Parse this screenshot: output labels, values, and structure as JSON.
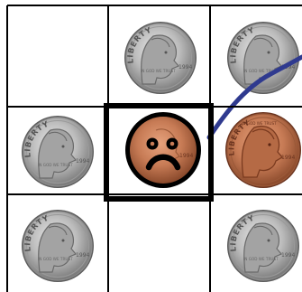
{
  "board": {
    "rows": 3,
    "cols": 3,
    "grid_color": "#000000",
    "background_color": "#ffffff",
    "selected_cell_border_color": "#000000",
    "cells": [
      [
        null,
        "dime",
        "dime"
      ],
      [
        "dime",
        "penny-sad",
        "penny"
      ],
      [
        "dime",
        null,
        "dime"
      ]
    ],
    "selected_cell": {
      "row": 1,
      "col": 1
    }
  },
  "pieces": {
    "dime": {
      "label": "Dime",
      "motto": "LIBERTY",
      "year": "1994",
      "motto2": "IN GOD WE TRUST",
      "face_color": "#c7c7c7",
      "dark_color": "#6f6f6f",
      "icon": "dime-coin-icon"
    },
    "penny": {
      "label": "Penny",
      "motto": "LIBERTY",
      "year": "1994",
      "motto2": "IN GOD WE TRUST",
      "face_color": "#c77b55",
      "dark_color": "#6b341f",
      "icon": "penny-coin-icon"
    },
    "penny-sad": {
      "label": "Sad penny",
      "year": "1994",
      "face_color": "#c77b55",
      "dark_color": "#6b341f",
      "outline_color": "#000000",
      "icon": "sad-face-icon"
    }
  },
  "connector": {
    "color": "#2f3a8f",
    "icon": "connection-line-icon"
  }
}
